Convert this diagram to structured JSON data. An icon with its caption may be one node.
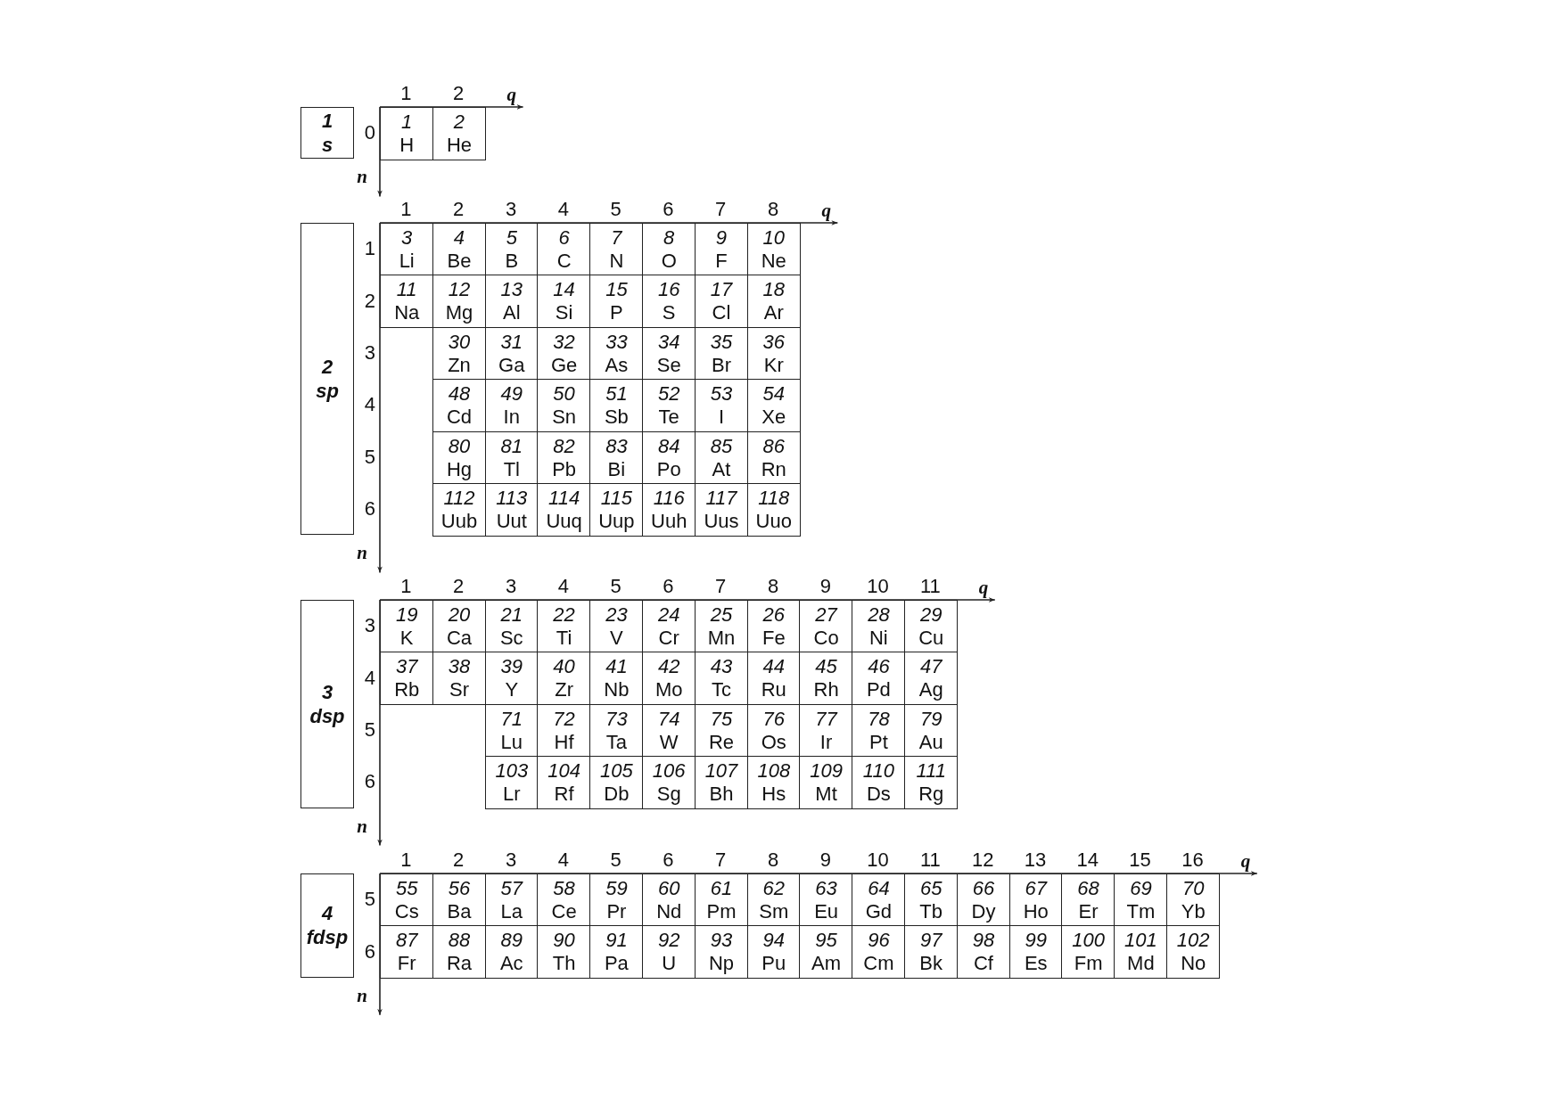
{
  "diagram": {
    "nodes": [
      {
        "text": [
          "1",
          "s"
        ]
      },
      {
        "text": [
          "1",
          "H"
        ]
      },
      {
        "text": [
          "2",
          "He"
        ]
      },
      {
        "text": [
          "2",
          "sp"
        ]
      },
      {
        "text": [
          "3",
          "Li"
        ]
      },
      {
        "text": [
          "4",
          "Be"
        ]
      },
      {
        "text": [
          "5",
          "B"
        ]
      },
      {
        "text": [
          "6",
          "C"
        ]
      },
      {
        "text": [
          "7",
          "N"
        ]
      },
      {
        "text": [
          "8",
          "O"
        ]
      },
      {
        "text": [
          "9",
          "F"
        ]
      },
      {
        "text": [
          "10",
          "Ne"
        ]
      },
      {
        "text": [
          "11",
          "Na"
        ]
      },
      {
        "text": [
          "12",
          "Mg"
        ]
      },
      {
        "text": [
          "13",
          "Al"
        ]
      },
      {
        "text": [
          "14",
          "Si"
        ]
      },
      {
        "text": [
          "15",
          "P"
        ]
      },
      {
        "text": [
          "16",
          "S"
        ]
      },
      {
        "text": [
          "17",
          "Cl"
        ]
      },
      {
        "text": [
          "18",
          "Ar"
        ]
      },
      {
        "text": [
          "30",
          "Zn"
        ]
      },
      {
        "text": [
          "31",
          "Ga"
        ]
      },
      {
        "text": [
          "32",
          "Ge"
        ]
      },
      {
        "text": [
          "33",
          "As"
        ]
      },
      {
        "text": [
          "34",
          "Se"
        ]
      },
      {
        "text": [
          "35",
          "Br"
        ]
      },
      {
        "text": [
          "36",
          "Kr"
        ]
      },
      {
        "text": [
          "48",
          "Cd"
        ]
      },
      {
        "text": [
          "49",
          "In"
        ]
      },
      {
        "text": [
          "50",
          "Sn"
        ]
      },
      {
        "text": [
          "51",
          "Sb"
        ]
      },
      {
        "text": [
          "52",
          "Te"
        ]
      },
      {
        "text": [
          "53",
          "I"
        ]
      },
      {
        "text": [
          "54",
          "Xe"
        ]
      },
      {
        "text": [
          "80",
          "Hg"
        ]
      },
      {
        "text": [
          "81",
          "Tl"
        ]
      },
      {
        "text": [
          "82",
          "Pb"
        ]
      },
      {
        "text": [
          "83",
          "Bi"
        ]
      },
      {
        "text": [
          "84",
          "Po"
        ]
      },
      {
        "text": [
          "85",
          "At"
        ]
      },
      {
        "text": [
          "86",
          "Rn"
        ]
      },
      {
        "text": [
          "112",
          "Uub"
        ]
      },
      {
        "text": [
          "113",
          "Uut"
        ]
      },
      {
        "text": [
          "114",
          "Uuq"
        ]
      },
      {
        "text": [
          "115",
          "Uup"
        ]
      },
      {
        "text": [
          "116",
          "Uuh"
        ]
      },
      {
        "text": [
          "117",
          "Uus"
        ]
      },
      {
        "text": [
          "118",
          "Uuo"
        ]
      },
      {
        "text": [
          "3",
          "dsp"
        ]
      },
      {
        "text": [
          "19",
          "K"
        ]
      },
      {
        "text": [
          "20",
          "Ca"
        ]
      },
      {
        "text": [
          "21",
          "Sc"
        ]
      },
      {
        "text": [
          "22",
          "Ti"
        ]
      },
      {
        "text": [
          "23",
          "V"
        ]
      },
      {
        "text": [
          "24",
          "Cr"
        ]
      },
      {
        "text": [
          "25",
          "Mn"
        ]
      },
      {
        "text": [
          "26",
          "Fe"
        ]
      },
      {
        "text": [
          "27",
          "Co"
        ]
      },
      {
        "text": [
          "28",
          "Ni"
        ]
      },
      {
        "text": [
          "29",
          "Cu"
        ]
      },
      {
        "text": [
          "37",
          "Rb"
        ]
      },
      {
        "text": [
          "38",
          "Sr"
        ]
      },
      {
        "text": [
          "39",
          "Y"
        ]
      },
      {
        "text": [
          "40",
          "Zr"
        ]
      },
      {
        "text": [
          "41",
          "Nb"
        ]
      },
      {
        "text": [
          "42",
          "Mo"
        ]
      },
      {
        "text": [
          "43",
          "Tc"
        ]
      },
      {
        "text": [
          "44",
          "Ru"
        ]
      },
      {
        "text": [
          "45",
          "Rh"
        ]
      },
      {
        "text": [
          "46",
          "Pd"
        ]
      },
      {
        "text": [
          "47",
          "Ag"
        ]
      },
      {
        "text": [
          "71",
          "Lu"
        ]
      },
      {
        "text": [
          "72",
          "Hf"
        ]
      },
      {
        "text": [
          "73",
          "Ta"
        ]
      },
      {
        "text": [
          "74",
          "W"
        ]
      },
      {
        "text": [
          "75",
          "Re"
        ]
      },
      {
        "text": [
          "76",
          "Os"
        ]
      },
      {
        "text": [
          "77",
          "Ir"
        ]
      },
      {
        "text": [
          "78",
          "Pt"
        ]
      },
      {
        "text": [
          "79",
          "Au"
        ]
      },
      {
        "text": [
          "103",
          "Lr"
        ]
      },
      {
        "text": [
          "104",
          "Rf"
        ]
      },
      {
        "text": [
          "105",
          "Db"
        ]
      },
      {
        "text": [
          "106",
          "Sg"
        ]
      },
      {
        "text": [
          "107",
          "Bh"
        ]
      },
      {
        "text": [
          "108",
          "Hs"
        ]
      },
      {
        "text": [
          "109",
          "Mt"
        ]
      },
      {
        "text": [
          "110",
          "Ds"
        ]
      },
      {
        "text": [
          "111",
          "Rg"
        ]
      },
      {
        "text": [
          "4",
          "fdsp"
        ]
      },
      {
        "text": [
          "55",
          "Cs"
        ]
      },
      {
        "text": [
          "56",
          "Ba"
        ]
      },
      {
        "text": [
          "57",
          "La"
        ]
      },
      {
        "text": [
          "58",
          "Ce"
        ]
      },
      {
        "text": [
          "59",
          "Pr"
        ]
      },
      {
        "text": [
          "60",
          "Nd"
        ]
      },
      {
        "text": [
          "61",
          "Pm"
        ]
      },
      {
        "text": [
          "62",
          "Sm"
        ]
      },
      {
        "text": [
          "63",
          "Eu"
        ]
      },
      {
        "text": [
          "64",
          "Gd"
        ]
      },
      {
        "text": [
          "65",
          "Tb"
        ]
      },
      {
        "text": [
          "66",
          "Dy"
        ]
      },
      {
        "text": [
          "67",
          "Ho"
        ]
      },
      {
        "text": [
          "68",
          "Er"
        ]
      },
      {
        "text": [
          "69",
          "Tm"
        ]
      },
      {
        "text": [
          "70",
          "Yb"
        ]
      },
      {
        "text": [
          "87",
          "Fr"
        ]
      },
      {
        "text": [
          "88",
          "Ra"
        ]
      },
      {
        "text": [
          "89",
          "Ac"
        ]
      },
      {
        "text": [
          "90",
          "Th"
        ]
      },
      {
        "text": [
          "91",
          "Pa"
        ]
      },
      {
        "text": [
          "92",
          "U"
        ]
      },
      {
        "text": [
          "93",
          "Np"
        ]
      },
      {
        "text": [
          "94",
          "Pu"
        ]
      },
      {
        "text": [
          "95",
          "Am"
        ]
      },
      {
        "text": [
          "96",
          "Cm"
        ]
      },
      {
        "text": [
          "97",
          "Bk"
        ]
      },
      {
        "text": [
          "98",
          "Cf"
        ]
      },
      {
        "text": [
          "99",
          "Es"
        ]
      },
      {
        "text": [
          "100",
          "Fm"
        ]
      },
      {
        "text": [
          "101",
          "Md"
        ]
      },
      {
        "text": [
          "102",
          "No"
        ]
      }
    ],
    "labels": [
      "1",
      "2",
      "q",
      "0",
      "n",
      "1",
      "2",
      "3",
      "4",
      "5",
      "6",
      "7",
      "8",
      "q",
      "1",
      "2",
      "3",
      "4",
      "5",
      "6",
      "n",
      "1",
      "2",
      "3",
      "4",
      "5",
      "6",
      "7",
      "8",
      "9",
      "10",
      "11",
      "q",
      "3",
      "4",
      "5",
      "6",
      "n",
      "1",
      "2",
      "3",
      "4",
      "5",
      "6",
      "7",
      "8",
      "9",
      "10",
      "11",
      "12",
      "13",
      "14",
      "15",
      "16",
      "q",
      "5",
      "6",
      "n"
    ]
  }
}
